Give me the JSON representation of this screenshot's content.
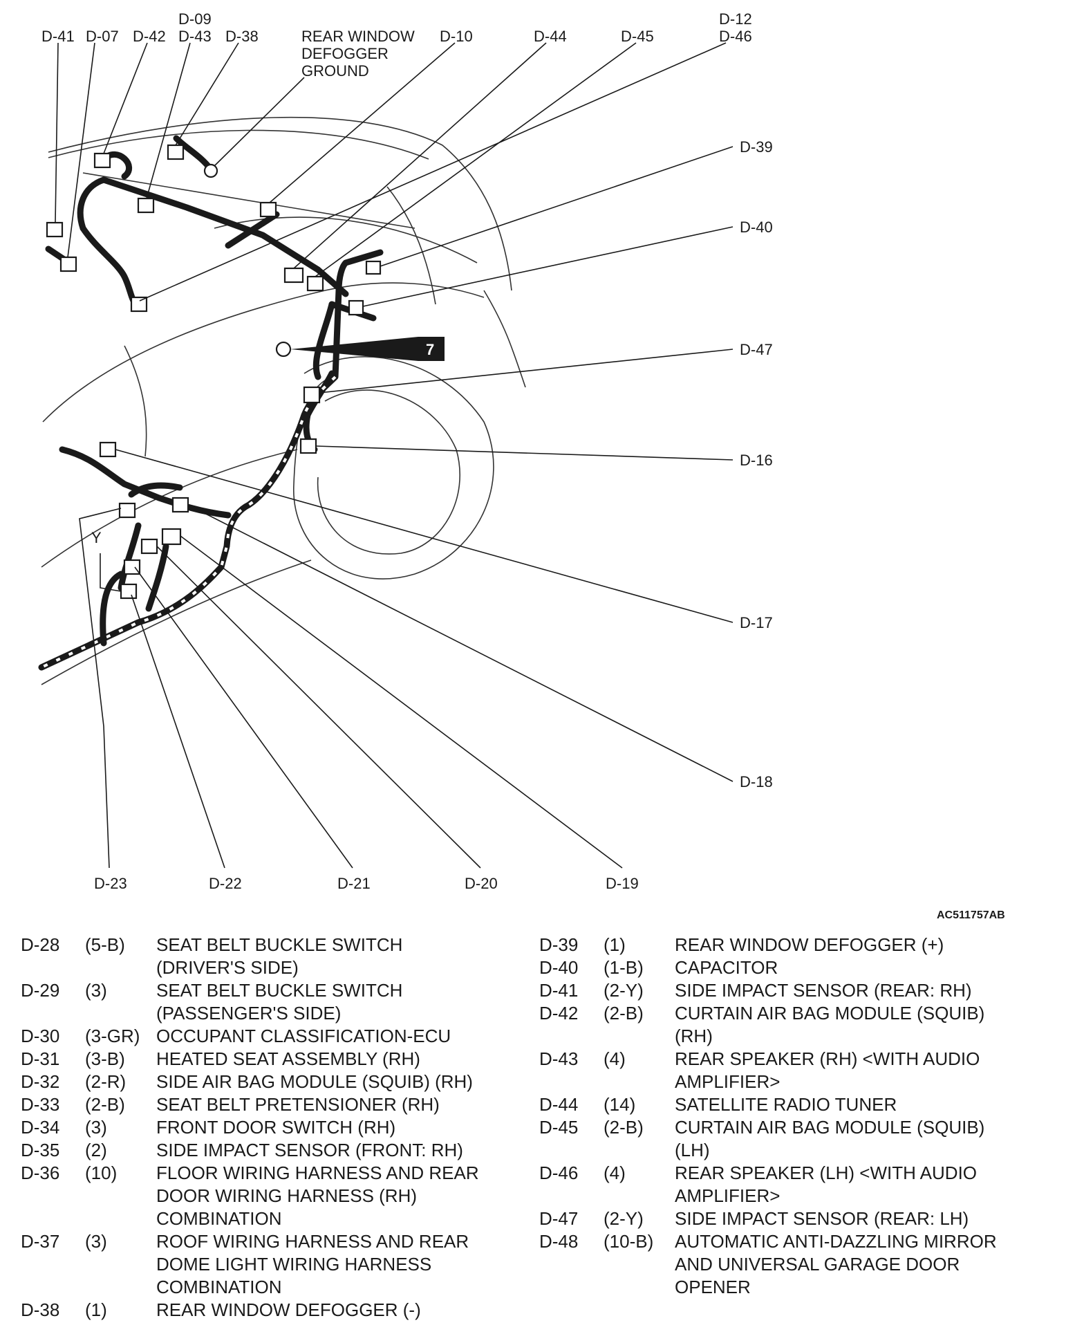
{
  "diagram": {
    "callouts": {
      "d09": "D-09",
      "d41": "D-41",
      "d07": "D-07",
      "d42": "D-42",
      "d43": "D-43",
      "d38": "D-38",
      "rear_window_ground": [
        "REAR WINDOW",
        "DEFOGGER",
        "GROUND"
      ],
      "d10": "D-10",
      "d44": "D-44",
      "d45": "D-45",
      "d12": "D-12",
      "d46": "D-46",
      "d39": "D-39",
      "d40": "D-40",
      "d47": "D-47",
      "d16": "D-16",
      "d17": "D-17",
      "d18": "D-18",
      "d23": "D-23",
      "d22": "D-22",
      "d21": "D-21",
      "d20": "D-20",
      "d19": "D-19",
      "y": "Y",
      "ground_point": "7"
    },
    "reference_code": "AC511757AB"
  },
  "legend_left": [
    {
      "code": "D-28",
      "terminals": "(5-B)",
      "lines": [
        "SEAT BELT BUCKLE SWITCH",
        "(DRIVER'S SIDE)"
      ]
    },
    {
      "code": "D-29",
      "terminals": "(3)",
      "lines": [
        "SEAT BELT BUCKLE SWITCH",
        "(PASSENGER'S SIDE)"
      ]
    },
    {
      "code": "D-30",
      "terminals": "(3-GR)",
      "lines": [
        "OCCUPANT CLASSIFICATION-ECU"
      ]
    },
    {
      "code": "D-31",
      "terminals": "(3-B)",
      "lines": [
        "HEATED SEAT ASSEMBLY (RH)"
      ]
    },
    {
      "code": "D-32",
      "terminals": "(2-R)",
      "lines": [
        "SIDE AIR BAG MODULE (SQUIB) (RH)"
      ]
    },
    {
      "code": "D-33",
      "terminals": "(2-B)",
      "lines": [
        "SEAT BELT PRETENSIONER (RH)"
      ]
    },
    {
      "code": "D-34",
      "terminals": "(3)",
      "lines": [
        "FRONT DOOR SWITCH (RH)"
      ]
    },
    {
      "code": "D-35",
      "terminals": "(2)",
      "lines": [
        "SIDE IMPACT SENSOR (FRONT: RH)"
      ]
    },
    {
      "code": "D-36",
      "terminals": "(10)",
      "lines": [
        "FLOOR WIRING HARNESS AND REAR",
        "DOOR WIRING HARNESS (RH)",
        "COMBINATION"
      ]
    },
    {
      "code": "D-37",
      "terminals": "(3)",
      "lines": [
        "ROOF WIRING HARNESS AND REAR",
        "DOME LIGHT WIRING HARNESS",
        "COMBINATION"
      ]
    },
    {
      "code": "D-38",
      "terminals": "(1)",
      "lines": [
        "REAR WINDOW DEFOGGER (-)"
      ]
    }
  ],
  "legend_right": [
    {
      "code": "D-39",
      "terminals": "(1)",
      "lines": [
        "REAR WINDOW DEFOGGER (+)"
      ]
    },
    {
      "code": "D-40",
      "terminals": "(1-B)",
      "lines": [
        "CAPACITOR"
      ]
    },
    {
      "code": "D-41",
      "terminals": "(2-Y)",
      "lines": [
        "SIDE IMPACT SENSOR (REAR: RH)"
      ]
    },
    {
      "code": "D-42",
      "terminals": "(2-B)",
      "lines": [
        "CURTAIN AIR BAG MODULE (SQUIB)",
        "(RH)"
      ]
    },
    {
      "code": "D-43",
      "terminals": "(4)",
      "lines": [
        "REAR SPEAKER (RH) <WITH AUDIO",
        "AMPLIFIER>"
      ]
    },
    {
      "code": "D-44",
      "terminals": "(14)",
      "lines": [
        "SATELLITE RADIO TUNER"
      ]
    },
    {
      "code": "D-45",
      "terminals": "(2-B)",
      "lines": [
        "CURTAIN AIR BAG MODULE (SQUIB)",
        "(LH)"
      ]
    },
    {
      "code": "D-46",
      "terminals": "(4)",
      "lines": [
        "REAR SPEAKER (LH) <WITH AUDIO",
        "AMPLIFIER>"
      ]
    },
    {
      "code": "D-47",
      "terminals": "(2-Y)",
      "lines": [
        "SIDE IMPACT SENSOR (REAR: LH)"
      ]
    },
    {
      "code": "D-48",
      "terminals": "(10-B)",
      "lines": [
        "AUTOMATIC ANTI-DAZZLING MIRROR",
        "AND UNIVERSAL GARAGE DOOR",
        "OPENER"
      ]
    }
  ]
}
